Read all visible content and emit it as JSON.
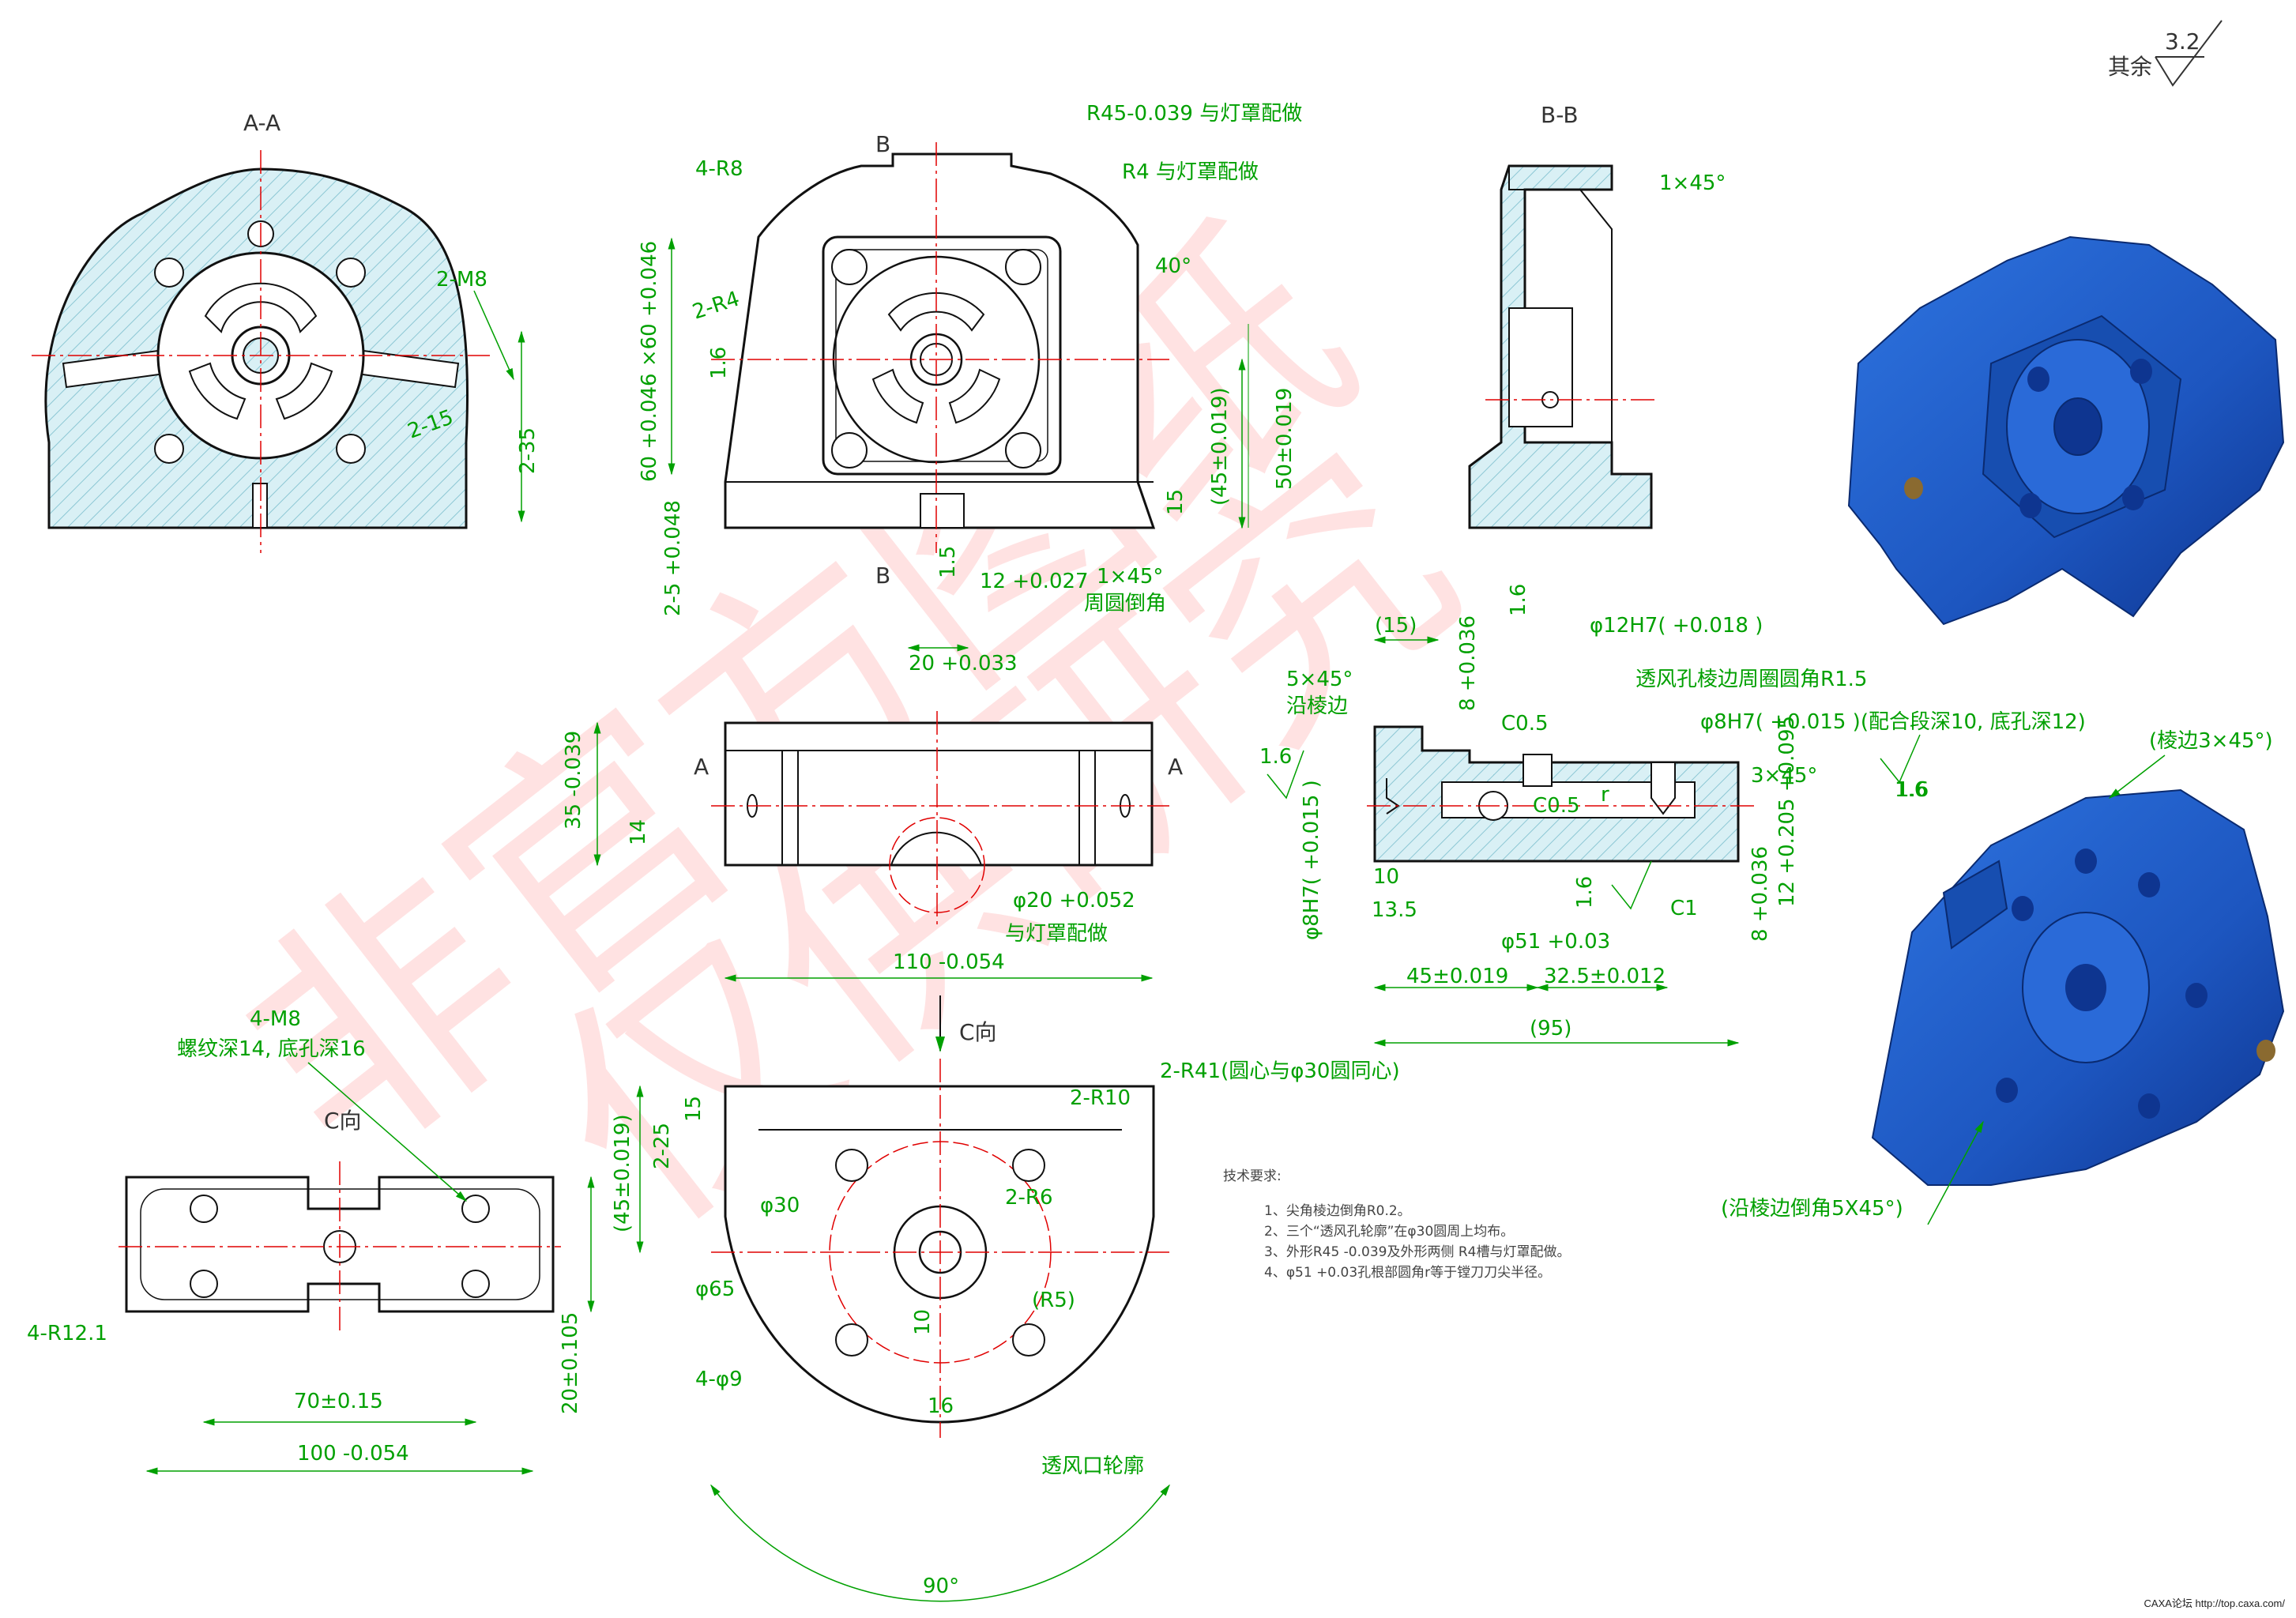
{
  "views": {
    "section_aa": "A-A",
    "section_bb": "B-B",
    "view_c": "C向",
    "arrow_c": "C向",
    "cut_a": "A",
    "cut_b": "B"
  },
  "roughness": {
    "prefix": "其余",
    "value": "3.2"
  },
  "dims_aa": {
    "m8": "2-M8",
    "d15": "2-15",
    "d35": "2-35"
  },
  "dims_front": {
    "r8": "4-R8",
    "r4": "2-R4",
    "r45": "R45-0.039 与灯罩配做",
    "r4b": "R4 与灯罩配做",
    "ang40": "40°",
    "sq60": "60 +0.046 ×60 +0.046",
    "d16": "1.6",
    "d45": "(45±0.019)",
    "d50": "50±0.019",
    "d15": "15",
    "d25": "2-5 +0.048",
    "d1_5": "1.5",
    "d12": "12 +0.027",
    "cham": "1×45°",
    "cham_note": "周圆倒角",
    "d20": "20 +0.033"
  },
  "dims_bb": {
    "cham": "1×45°"
  },
  "dims_top": {
    "d35": "35 -0.039",
    "d14": "14",
    "phi20": "φ20 +0.052",
    "phi20_note": "与灯罩配做",
    "d110": "110 -0.054"
  },
  "dims_side": {
    "d15": "(15)",
    "d1_6a": "1.6",
    "phi12": "φ12H7( +0.018 )",
    "vent": "透风孔棱边周圈圆角R1.5",
    "cham5": "5×45°",
    "cham5_note": "沿棱边",
    "d8a": "8 +0.036",
    "c05a": "C0.5",
    "phi8a": "φ8H7( +0.015 )(配合段深10, 底孔深12)",
    "d1_6b": "1.6",
    "cham3": "3×45°",
    "c05b": "C0.5",
    "r": "r",
    "d1_6c": "1.6",
    "phi8b": "φ8H7( +0.015 )",
    "d10": "10",
    "d13_5": "13.5",
    "d1_6d": "1.6",
    "c1": "C1",
    "d12": "12 +0.205 +0.095",
    "d8b": "8 +0.036",
    "phi51": "φ51 +0.03",
    "d45": "45±0.019",
    "d32_5": "32.5±0.012",
    "d95": "(95)"
  },
  "dims_c": {
    "m8": "4-M8",
    "m8_note": "螺纹深14, 底孔深16",
    "r12": "4-R12.1",
    "d70": "70±0.15",
    "d100": "100 -0.054",
    "d20": "20±0.105"
  },
  "dims_bottom": {
    "r41": "2-R41(圆心与φ30圆同心)",
    "r10": "2-R10",
    "r6": "2-R6",
    "phi30": "φ30",
    "phi65": "φ65",
    "r5": "(R5)",
    "phi9": "4-φ9",
    "d45": "(45±0.019)",
    "d25": "2-25",
    "d15": "15",
    "d10": "10",
    "d16": "16",
    "vent": "透风口轮廓",
    "ang90": "90°"
  },
  "tech": {
    "title": "技术要求:",
    "items": [
      "1、尖角棱边倒角R0.2。",
      "2、三个“透风孔轮廓”在φ30圆周上均布。",
      "3、外形R45 -0.039及外形两侧 R4槽与灯罩配做。",
      "4、φ51 +0.03孔根部圆角r等于镗刀刀尖半径。"
    ]
  },
  "iso": {
    "edge3": "(棱边3×45°)",
    "d16": "1.6",
    "edge5": "(沿棱边倒角5X45°)"
  },
  "watermark": {
    "line1": "非官方图纸",
    "line2": "仅供研究"
  },
  "footer": "CAXA论坛 http://top.caxa.com/",
  "colors": {
    "outline": "#111111",
    "dimension": "#00a000",
    "center": "#e00000",
    "hatch": "#bfe3ec",
    "model": "#1e5ec8",
    "watermark": "#ffd0d0"
  }
}
